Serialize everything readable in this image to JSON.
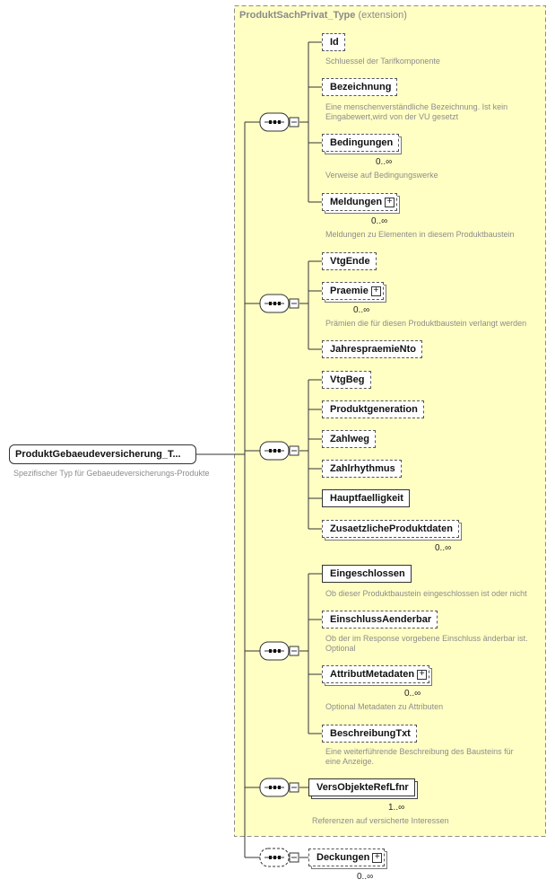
{
  "root": {
    "label": "ProduktGebaeudeversicherung_T...",
    "doc": "Spezifischer Typ für Gebaeudeversicherungs-Produkte"
  },
  "extension": {
    "name": "ProduktSachPrivat_Type",
    "suffix": "(extension)"
  },
  "elements": {
    "id": {
      "label": "Id",
      "doc": "Schluessel der Tarifkomponente"
    },
    "bezeichnung": {
      "label": "Bezeichnung",
      "doc": [
        "Eine menschenverständliche Bezeichnung. Ist kein",
        "Eingabewert,wird von der VU gesetzt"
      ]
    },
    "bedingungen": {
      "label": "Bedingungen",
      "card": "0..∞",
      "doc": "Verweise auf Bedingungswerke"
    },
    "meldungen": {
      "label": "Meldungen",
      "card": "0..∞",
      "doc": "Meldungen zu Elementen in diesem Produktbaustein"
    },
    "vtgende": {
      "label": "VtgEnde"
    },
    "praemie": {
      "label": "Praemie",
      "card": "0..∞",
      "doc": "Prämien die für diesen Produktbaustein verlangt werden"
    },
    "jahrespraemie": {
      "label": "JahrespraemieNto"
    },
    "vtgbeg": {
      "label": "VtgBeg"
    },
    "produktgeneration": {
      "label": "Produktgeneration"
    },
    "zahlweg": {
      "label": "Zahlweg"
    },
    "zahlrhythmus": {
      "label": "Zahlrhythmus"
    },
    "hauptfaelligkeit": {
      "label": "Hauptfaelligkeit"
    },
    "zusatzliche": {
      "label": "ZusaetzlicheProduktdaten",
      "card": "0..∞"
    },
    "eingeschlossen": {
      "label": "Eingeschlossen",
      "doc": "Ob dieser Produktbaustein eingeschlossen ist oder nicht"
    },
    "einschluss": {
      "label": "EinschlussAenderbar",
      "doc": [
        "Ob der im Response vorgebene Einschluss änderbar ist.",
        "Optional"
      ]
    },
    "attribut": {
      "label": "AttributMetadaten",
      "card": "0..∞",
      "doc": "Optional Metadaten zu Attributen"
    },
    "beschreibung": {
      "label": "BeschreibungTxt",
      "doc": [
        "Eine weiterführende Beschreibung des Bausteins für",
        "eine Anzeige."
      ]
    },
    "versobjekte": {
      "label": "VersObjekteRefLfnr",
      "card": "1..∞",
      "doc": "Referenzen auf versicherte Interessen"
    },
    "deckungen": {
      "label": "Deckungen",
      "card": "0..∞"
    }
  }
}
